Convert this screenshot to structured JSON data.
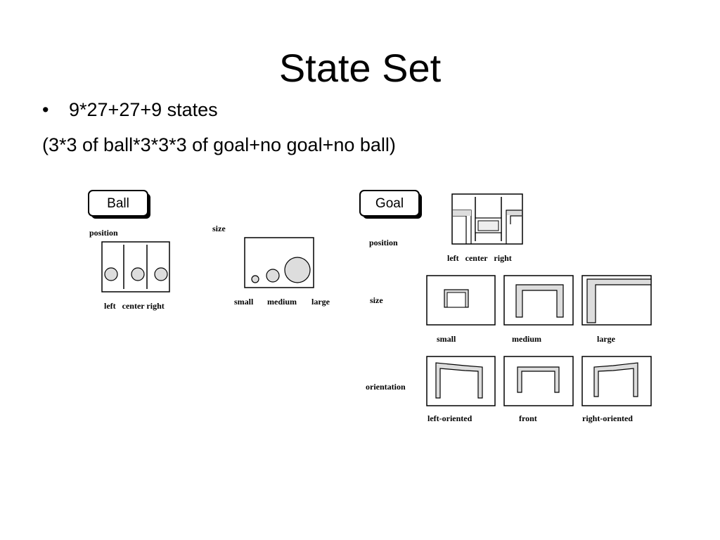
{
  "slide": {
    "title": "State Set",
    "bullet": "9*27+27+9 states",
    "subline": "(3*3 of ball*3*3*3 of goal+no goal+no ball)"
  },
  "ball": {
    "tag": "Ball",
    "position_label": "position",
    "position_captions": "left   center right",
    "size_label": "size",
    "size_captions": [
      "small",
      "medium",
      "large"
    ]
  },
  "goal": {
    "tag": "Goal",
    "position_label": "position",
    "position_captions": "left   center   right",
    "size_label": "size",
    "size_captions": [
      "small",
      "medium",
      "large"
    ],
    "orientation_label": "orientation",
    "orientation_captions": [
      "left-oriented",
      "front",
      "right-oriented"
    ]
  }
}
